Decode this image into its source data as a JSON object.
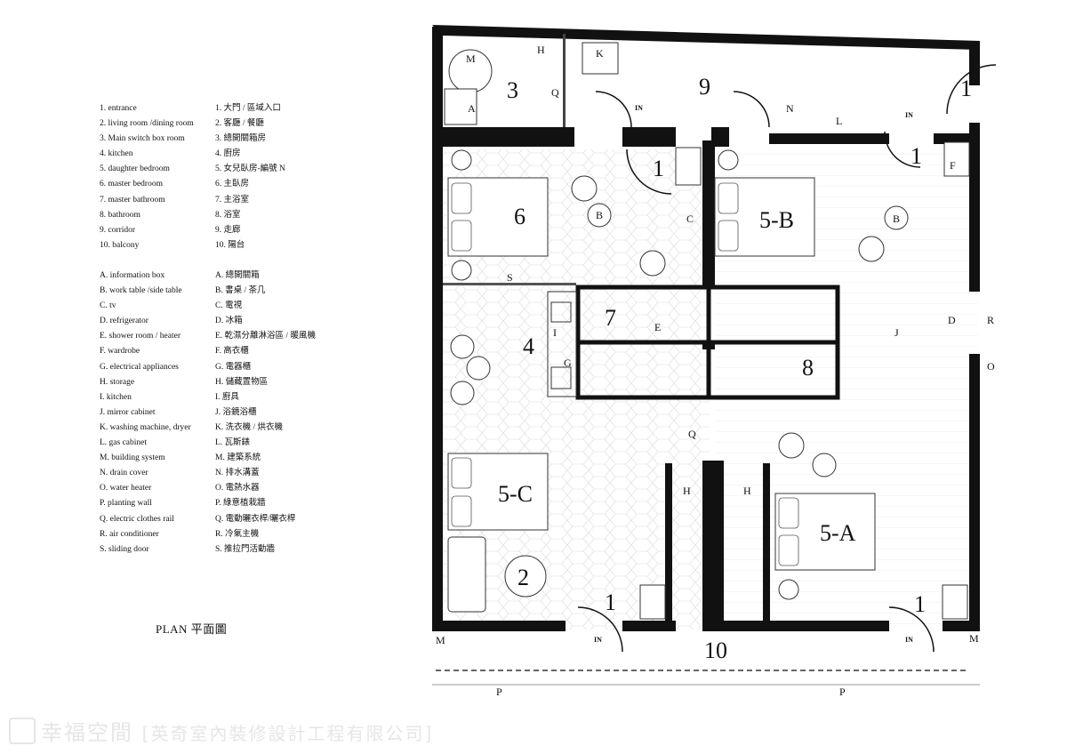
{
  "legend": {
    "rooms_en": [
      "1. entrance",
      "2. living room /dining room",
      "3. Main switch box room",
      "4. kitchen",
      "5. daughter bedroom",
      "6. master bedroom",
      "7. master bathroom",
      "8. bathroom",
      "9. corridor",
      "10. balcony"
    ],
    "rooms_zh": [
      "1. 大門 / 區域入口",
      "2. 客廳 / 餐廳",
      "3. 總開關箱房",
      "4. 廚房",
      "5. 女兒臥房-編號 N",
      "6. 主臥房",
      "7. 主浴室",
      "8. 浴室",
      "9. 走廊",
      "10. 陽台"
    ],
    "items_en": [
      "A.  information box",
      "B.  work table /side table",
      "C.  tv",
      "D.  refrigerator",
      "E.  shower room / heater",
      "F.  wardrobe",
      "G.  electrical appliances",
      "H.  storage",
      "I.  kitchen",
      "J.  mirror cabinet",
      "K.  washing machine, dryer",
      "L.  gas cabinet",
      "M.  building system",
      "N.  drain cover",
      "O.  water heater",
      "P.  planting wall",
      "Q.  electric clothes rail",
      "R.  air conditioner",
      "S.  sliding door"
    ],
    "items_zh": [
      "A. 總開關箱",
      "B. 書桌 / 茶几",
      "C. 電視",
      "D. 冰箱",
      "E. 乾濕分離淋浴區 / 暖風機",
      "F. 高衣櫃",
      "G. 電器櫃",
      "H. 儲藏置物區",
      "I. 廚具",
      "J. 浴鏡浴櫃",
      "K. 洗衣機 / 烘衣機",
      "L. 瓦斯錶",
      "M. 建築系統",
      "N. 排水溝蓋",
      "O. 電熱水器",
      "P. 綠意植栽牆",
      "Q. 電動曬衣桿/曬衣桿",
      "R. 冷氣主機",
      "S. 推拉門活動牆"
    ]
  },
  "plan_title": "PLAN  平面圖",
  "room_labels": {
    "r1": "1",
    "r2": "2",
    "r3": "3",
    "r4": "4",
    "r5a": "5-A",
    "r5b": "5-B",
    "r5c": "5-C",
    "r6": "6",
    "r7": "7",
    "r8": "8",
    "r9": "9",
    "r10": "10"
  },
  "item_letters": {
    "A": "A",
    "B": "B",
    "C": "C",
    "D": "D",
    "E": "E",
    "F": "F",
    "G": "G",
    "H": "H",
    "I": "I",
    "J": "J",
    "K": "K",
    "L": "L",
    "M": "M",
    "N": "N",
    "O": "O",
    "P": "P",
    "Q": "Q",
    "R": "R",
    "S": "S"
  },
  "entry_marks": {
    "in": "IN"
  },
  "watermark": {
    "brand": "幸福空間",
    "company": "[英奇室內裝修設計工程有限公司]"
  }
}
